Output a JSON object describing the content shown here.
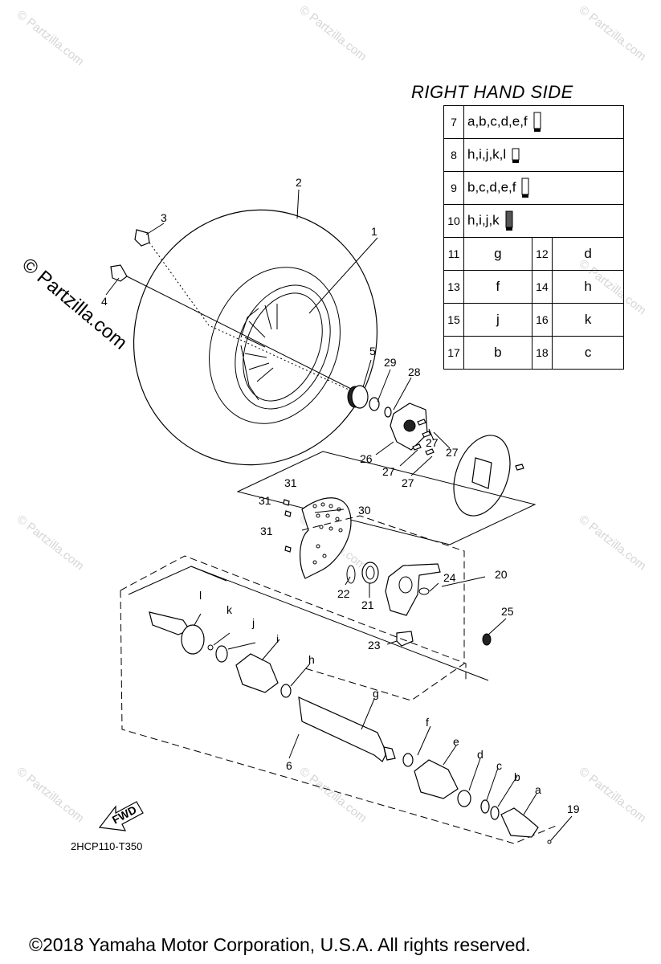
{
  "watermark": {
    "text": "© Partzilla.com",
    "big_text": "© Partzilla.com"
  },
  "title": "RIGHT HAND SIDE",
  "lube_rows": [
    {
      "no": "7",
      "codes": "a,b,c,d,e,f",
      "tube": "tall"
    },
    {
      "no": "8",
      "codes": "h,i,j,k,l",
      "tube": "small"
    },
    {
      "no": "9",
      "codes": "b,c,d,e,f",
      "tube": "tall"
    },
    {
      "no": "10",
      "codes": "h,i,j,k",
      "tube": "tall-dark"
    }
  ],
  "pair_rows": [
    {
      "no1": "11",
      "v1": "g",
      "no2": "12",
      "v2": "d"
    },
    {
      "no1": "13",
      "v1": "f",
      "no2": "14",
      "v2": "h"
    },
    {
      "no1": "15",
      "v1": "j",
      "no2": "16",
      "v2": "k"
    },
    {
      "no1": "17",
      "v1": "b",
      "no2": "18",
      "v2": "c"
    }
  ],
  "callouts": {
    "n1": "1",
    "n2": "2",
    "n3": "3",
    "n4": "4",
    "n5": "5",
    "n6": "6",
    "n19": "19",
    "n20": "20",
    "n21": "21",
    "n22": "22",
    "n23": "23",
    "n24": "24",
    "n25": "25",
    "n26": "26",
    "n27a": "27",
    "n27b": "27",
    "n27c": "27",
    "n27d": "27",
    "n28": "28",
    "n29": "29",
    "n30": "30",
    "n31a": "31",
    "n31b": "31",
    "n31c": "31",
    "a": "a",
    "b": "b",
    "c": "c",
    "d": "d",
    "e": "e",
    "f": "f",
    "g": "g",
    "h": "h",
    "i": "i",
    "j": "j",
    "k": "k",
    "l": "l"
  },
  "fwd_label": "FWD",
  "diagram_code": "2HCP110-T350",
  "copyright": "©2018  Yamaha Motor Corporation, U.S.A. All rights reserved."
}
